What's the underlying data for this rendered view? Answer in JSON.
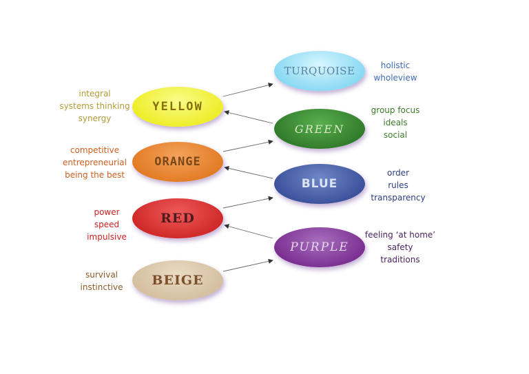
{
  "levels": {
    "turquoise": {
      "label": "TURQUOISE",
      "desc": [
        "holistic",
        "wholeview"
      ]
    },
    "yellow": {
      "label": "YELLOW",
      "desc": [
        "integral",
        "systems thinking",
        "synergy"
      ]
    },
    "green": {
      "label": "GREEN",
      "desc": [
        "group focus",
        "ideals",
        "social"
      ]
    },
    "orange": {
      "label": "ORANGE",
      "desc": [
        "competitive",
        "entrepreneurial",
        "being the best"
      ]
    },
    "blue": {
      "label": "BLUE",
      "desc": [
        "order",
        "rules",
        "transparency"
      ]
    },
    "red": {
      "label": "RED",
      "desc": [
        "power",
        "speed",
        "impulsive"
      ]
    },
    "purple": {
      "label": "PURPLE",
      "desc": [
        "feeling ‘at home’",
        "safety",
        "traditions"
      ]
    },
    "beige": {
      "label": "BEIGE",
      "desc": [
        "survival",
        "instinctive"
      ]
    }
  },
  "colors": {
    "turquoise": "#86d8f2",
    "yellow": "#eded25",
    "green": "#307a2a",
    "orange": "#e27a23",
    "blue": "#3a509a",
    "red": "#cf2727",
    "purple": "#7a2d8f",
    "beige": "#d4be9e"
  }
}
